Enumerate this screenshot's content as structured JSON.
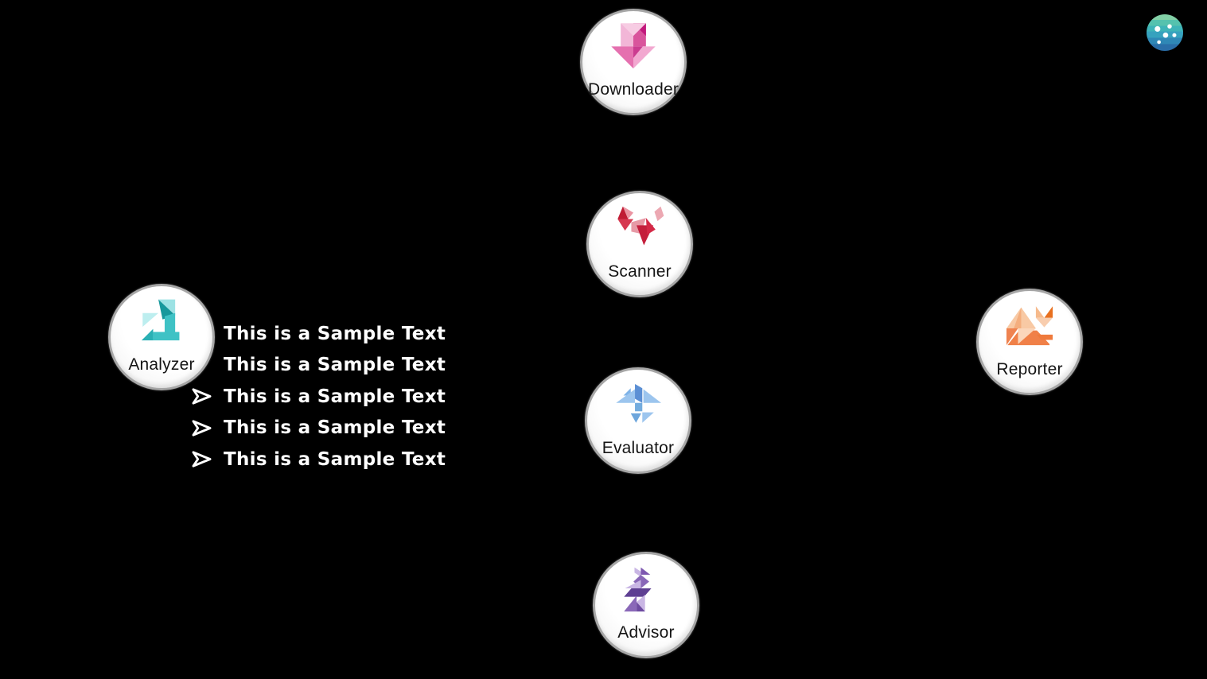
{
  "background_color": "#000000",
  "nodes": [
    {
      "id": "downloader",
      "label": "Downloader",
      "icon": "download-arrow-icon",
      "accent": "#e06cb0"
    },
    {
      "id": "scanner",
      "label": "Scanner",
      "icon": "tangram-fox-icon",
      "accent": "#cb2440"
    },
    {
      "id": "analyzer",
      "label": "Analyzer",
      "icon": "tangram-microscope-icon",
      "accent": "#35bfc2"
    },
    {
      "id": "evaluator",
      "label": "Evaluator",
      "icon": "tangram-bird-icon",
      "accent": "#6ea8e2"
    },
    {
      "id": "advisor",
      "label": "Advisor",
      "icon": "tangram-person-icon",
      "accent": "#8a68b8"
    },
    {
      "id": "reporter",
      "label": "Reporter",
      "icon": "tangram-fox-lying-icon",
      "accent": "#f08048"
    }
  ],
  "annotations": {
    "bullet_icon": "arrowhead-right-icon",
    "text_color": "#ffffff",
    "items": [
      {
        "text": "This is a Sample Text",
        "bullet": false
      },
      {
        "text": "This is a Sample Text",
        "bullet": false
      },
      {
        "text": "This is a Sample Text",
        "bullet": true
      },
      {
        "text": "This is a Sample Text",
        "bullet": true
      },
      {
        "text": "This is a Sample Text",
        "bullet": true
      }
    ]
  },
  "logo": {
    "name": "planet-globe-logo",
    "stripe_colors": [
      "#82d0a6",
      "#55c2ae",
      "#3eb4b8",
      "#36a2be",
      "#2f88b6",
      "#2a6ea8"
    ],
    "dot_color": "#ffffff"
  }
}
